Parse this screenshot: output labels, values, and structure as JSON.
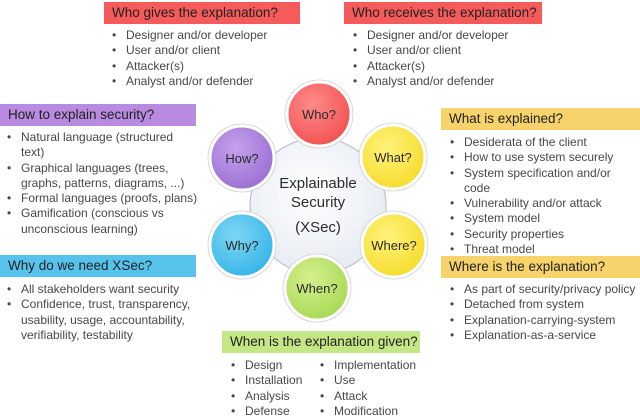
{
  "who_gives": {
    "title": "Who gives the explanation?",
    "items": [
      "Designer and/or developer",
      "User and/or client",
      "Attacker(s)",
      "Analyst and/or defender"
    ]
  },
  "who_receives": {
    "title": "Who receives the explanation?",
    "items": [
      "Designer and/or developer",
      "User and/or client",
      "Attacker(s)",
      "Analyst and/or defender"
    ]
  },
  "how": {
    "title": "How to explain security?",
    "items": [
      "Natural language (structured",
      "text)",
      "Graphical languages (trees,",
      "graphs, patterns, diagrams, ...)",
      "Formal languages (proofs, plans)",
      "Gamification (conscious vs",
      "unconscious learning)"
    ]
  },
  "what": {
    "title": "What is explained?",
    "items": [
      "Desiderata of the client",
      "How to use system securely",
      "System specification and/or code",
      "Vulnerability and/or attack",
      "System model",
      "Security properties",
      "Threat model"
    ]
  },
  "why": {
    "title": "Why do we need XSec?",
    "items": [
      "All stakeholders want security",
      "Confidence, trust, transparency,",
      "usability, usage, accountability,",
      "verifiability, testability"
    ]
  },
  "where": {
    "title": "Where is the explanation?",
    "items": [
      "As part of security/privacy policy",
      "Detached from system",
      "Explanation-carrying-system",
      "Explanation-as-a-service"
    ]
  },
  "when": {
    "title": "When is the explanation given?",
    "col1": [
      "Design",
      "Installation",
      "Analysis",
      "Defense"
    ],
    "col2": [
      "Implementation",
      "Use",
      "Attack",
      "Modification"
    ]
  },
  "center": {
    "line1": "Explainable",
    "line2": "Security",
    "line3": "(XSec)"
  },
  "circles": {
    "who": "Who?",
    "what": "What?",
    "where": "Where?",
    "when": "When?",
    "why": "Why?",
    "how": "How?"
  },
  "colors": {
    "red": "#f65b5b",
    "yellow": "#f7e04e",
    "green": "#b9e26e",
    "blue": "#4bc0ec",
    "purple": "#a87ed8",
    "center": "#edf1f6"
  }
}
